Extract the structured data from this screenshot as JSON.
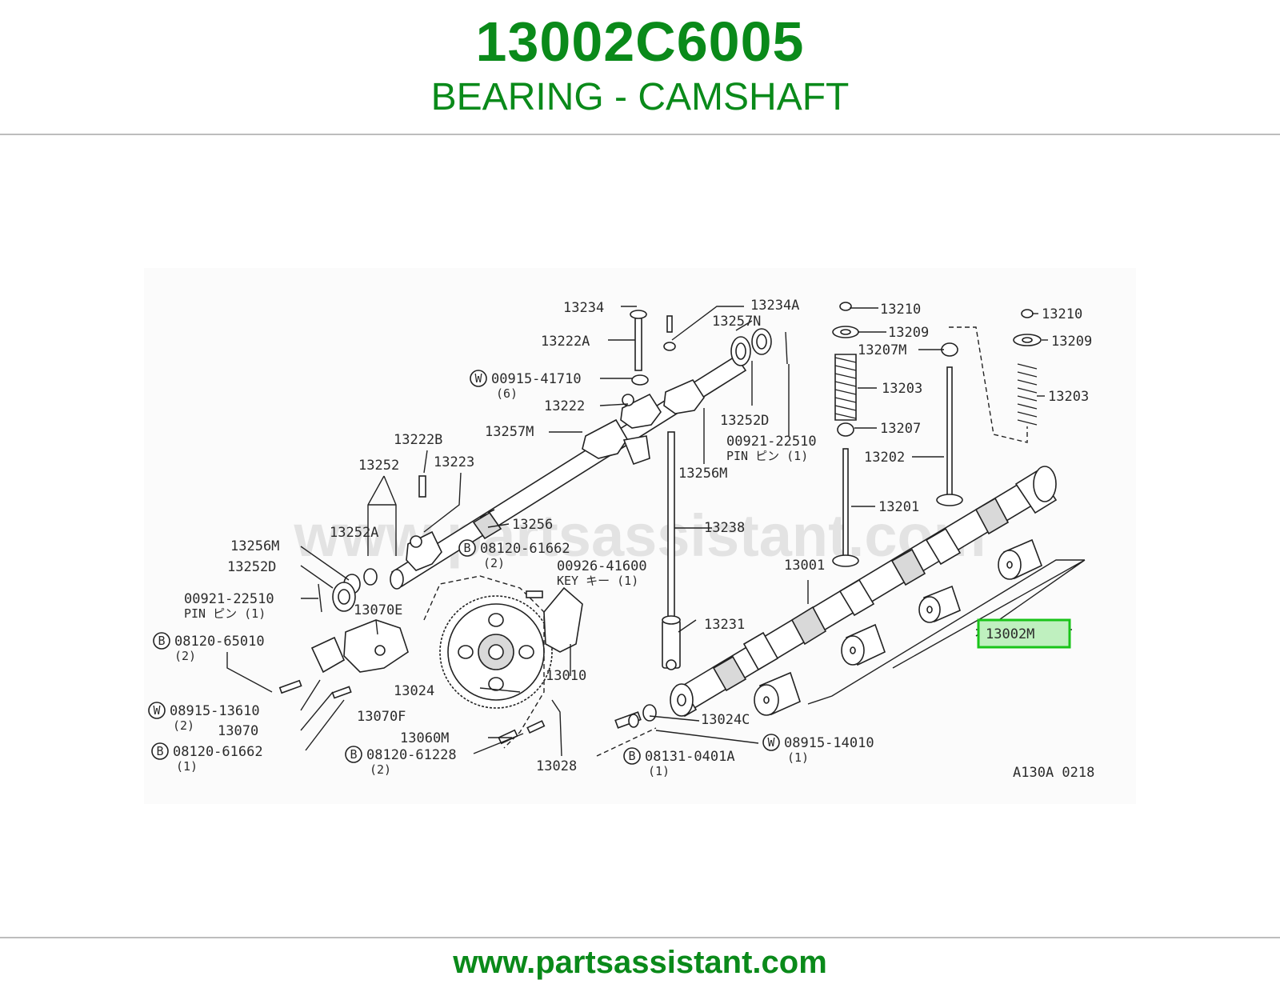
{
  "header": {
    "part_number": "13002C6005",
    "part_name": "BEARING - CAMSHAFT"
  },
  "diagram": {
    "watermark": "www.partsassistant.com",
    "figure_code": "A130A 0218",
    "highlight_color": "#19c419",
    "highlighted_label": "13002M",
    "labels": {
      "l13234": "13234",
      "l13234A": "13234A",
      "l13257N": "13257N",
      "l13222A": "13222A",
      "l00915": "00915-41710",
      "l00915q": "(6)",
      "l13222": "13222",
      "l13252D_top": "13252D",
      "l00921_top": "00921-22510",
      "l00921_top_pin": "PIN ピン (1)",
      "l13257M": "13257M",
      "l13256M_top": "13256M",
      "l13222B": "13222B",
      "l13252": "13252",
      "l13223": "13223",
      "l13252A": "13252A",
      "l13256": "13256",
      "l08120_61662_a": "08120-61662",
      "l08120_61662_a_q": "(2)",
      "l00926": "00926-41600",
      "l00926_key": "KEY キー (1)",
      "l13238": "13238",
      "l13256M_left": "13256M",
      "l13252D_left": "13252D",
      "l00921_left": "00921-22510",
      "l00921_left_pin": "PIN ピン (1)",
      "l13070E": "13070E",
      "l08120_65010": "08120-65010",
      "l08120_65010_q": "(2)",
      "l13024": "13024",
      "l13010": "13010",
      "l13231": "13231",
      "l08915_13610": "08915-13610",
      "l08915_13610_q": "(2)",
      "l13070": "13070",
      "l13070F": "13070F",
      "l08120_61662_b": "08120-61662",
      "l08120_61662_b_q": "(1)",
      "l13060M": "13060M",
      "l08120_61228": "08120-61228",
      "l08120_61228_q": "(2)",
      "l13028": "13028",
      "l08131": "08131-0401A",
      "l08131_q": "(1)",
      "l13024C": "13024C",
      "l08915_14010": "08915-14010",
      "l08915_14010_q": "(1)",
      "l13210_a": "13210",
      "l13209_a": "13209",
      "l13207M": "13207M",
      "l13203_a": "13203",
      "l13207": "13207",
      "l13202": "13202",
      "l13201": "13201",
      "l13001": "13001",
      "l13210_b": "13210",
      "l13209_b": "13209",
      "l13203_b": "13203",
      "circle_B": "B",
      "circle_W": "W"
    }
  },
  "footer": {
    "url": "www.partsassistant.com"
  }
}
